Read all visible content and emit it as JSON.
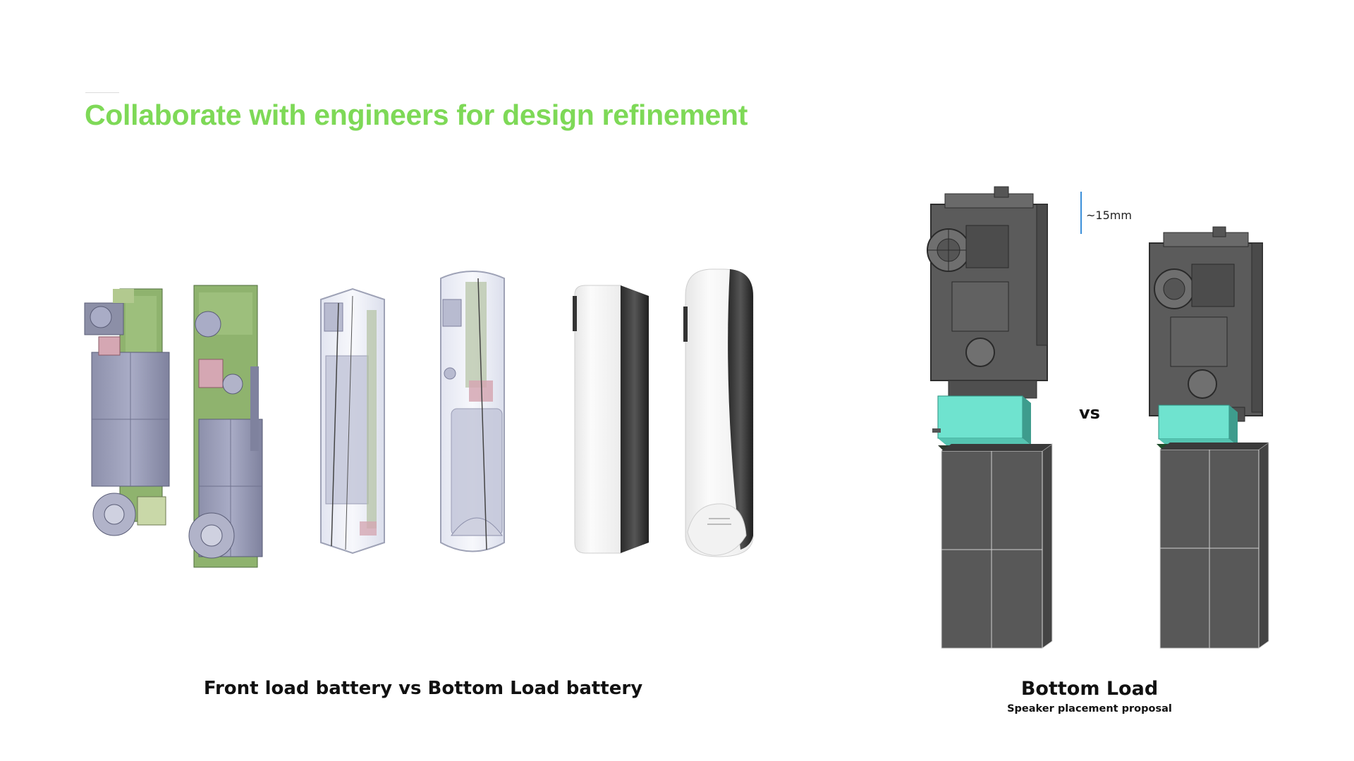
{
  "slide": {
    "title": "Collaborate with engineers for design refinement",
    "accent_color": "#7ed957"
  },
  "left_group": {
    "caption": "Front load battery vs Bottom Load battery"
  },
  "right_group": {
    "caption": "Bottom Load",
    "subcaption": "Speaker placement proposal",
    "comparison_label": "vs",
    "dimension_label": "~15mm",
    "dimension_color": "#3b8fd9",
    "speaker_color": "#6fe3cf"
  },
  "icons": [
    "pcb-render-front-load",
    "pcb-render-bottom-load",
    "transparent-housing-front-load",
    "transparent-housing-bottom-load",
    "doorbell-exterior-front-load",
    "doorbell-exterior-bottom-load",
    "speaker-assembly-a",
    "speaker-assembly-b"
  ]
}
